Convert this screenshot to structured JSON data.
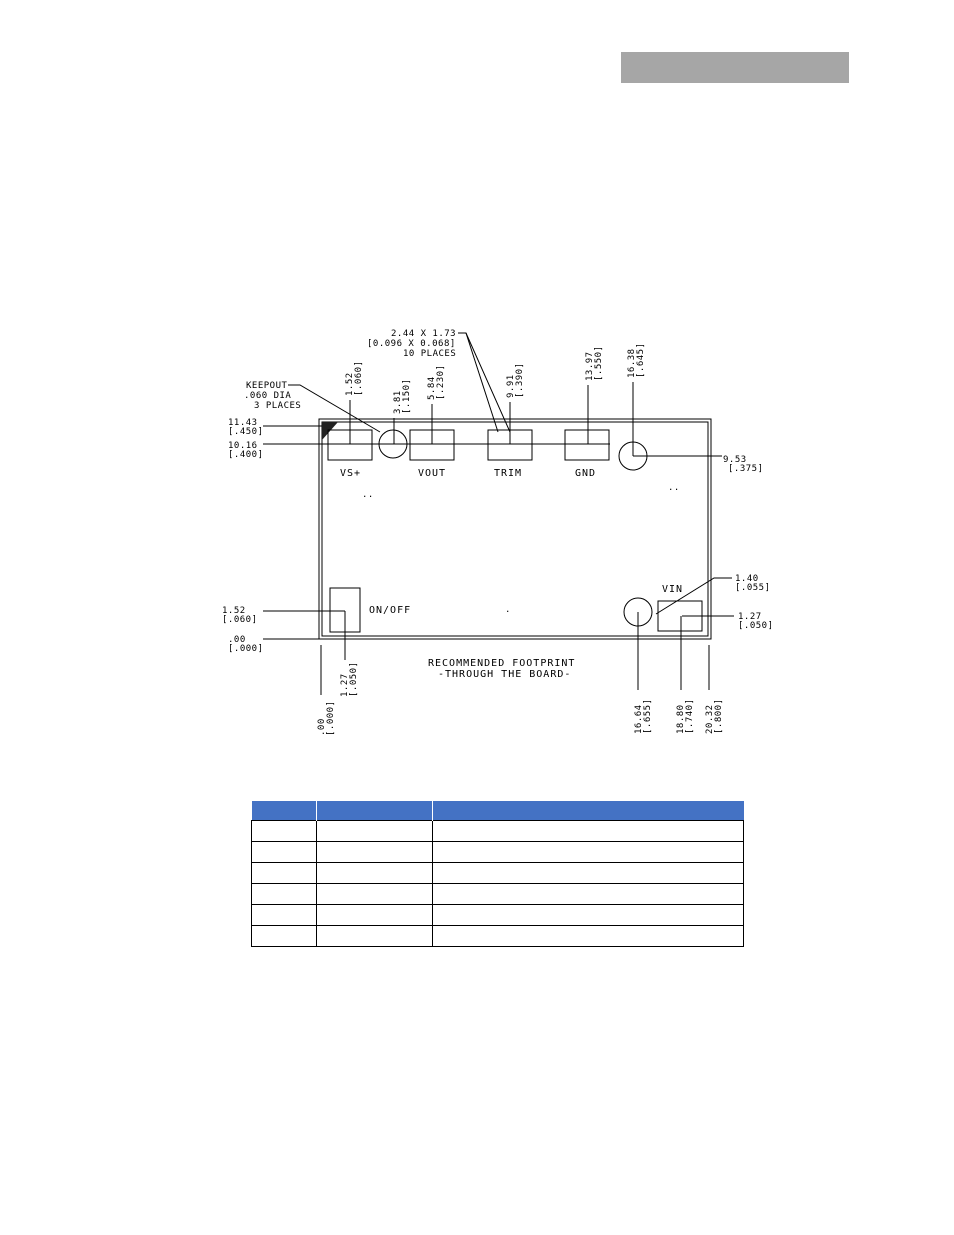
{
  "drawing": {
    "keepout": [
      "KEEPOUT",
      ".060 DIA",
      "3 PLACES"
    ],
    "pad_size": [
      "2.44 X 1.73",
      "[0.096 X 0.068]",
      "10 PLACES"
    ],
    "pins": [
      "VS+",
      "VOUT",
      "TRIM",
      "GND",
      "VIN",
      "ON/OFF"
    ],
    "dims_top": [
      {
        "mm": "1.52",
        "in": "[.060]"
      },
      {
        "mm": "3.81",
        "in": "[.150]"
      },
      {
        "mm": "5.84",
        "in": "[.230]"
      },
      {
        "mm": "9.91",
        "in": "[.390]"
      },
      {
        "mm": "13.97",
        "in": "[.550]"
      },
      {
        "mm": "16.38",
        "in": "[.645]"
      }
    ],
    "dims_left": [
      {
        "mm": "11.43",
        "in": "[.450]"
      },
      {
        "mm": "10.16",
        "in": "[.400]"
      },
      {
        "mm": "1.52",
        "in": "[.060]"
      },
      {
        "mm": ".00",
        "in": "[.000]"
      }
    ],
    "dims_right": [
      {
        "mm": "9.53",
        "in": "[.375]"
      },
      {
        "mm": "1.40",
        "in": "[.055]"
      },
      {
        "mm": "1.27",
        "in": "[.050]"
      }
    ],
    "dims_bottom": [
      {
        "mm": ".00",
        "in": "[.000]"
      },
      {
        "mm": "1.27",
        "in": "[.050]"
      },
      {
        "mm": "16.64",
        "in": "[.655]"
      },
      {
        "mm": "18.80",
        "in": "[.740]"
      },
      {
        "mm": "20.32",
        "in": "[.800]"
      }
    ],
    "caption": [
      "RECOMMENDED FOOTPRINT",
      "-THROUGH THE BOARD-"
    ]
  },
  "table": {
    "headers": [
      "",
      "",
      ""
    ],
    "rows": [
      [
        "",
        "",
        ""
      ],
      [
        "",
        "",
        ""
      ],
      [
        "",
        "",
        ""
      ],
      [
        "",
        "",
        ""
      ],
      [
        "",
        "",
        ""
      ],
      [
        "",
        "",
        ""
      ]
    ]
  }
}
